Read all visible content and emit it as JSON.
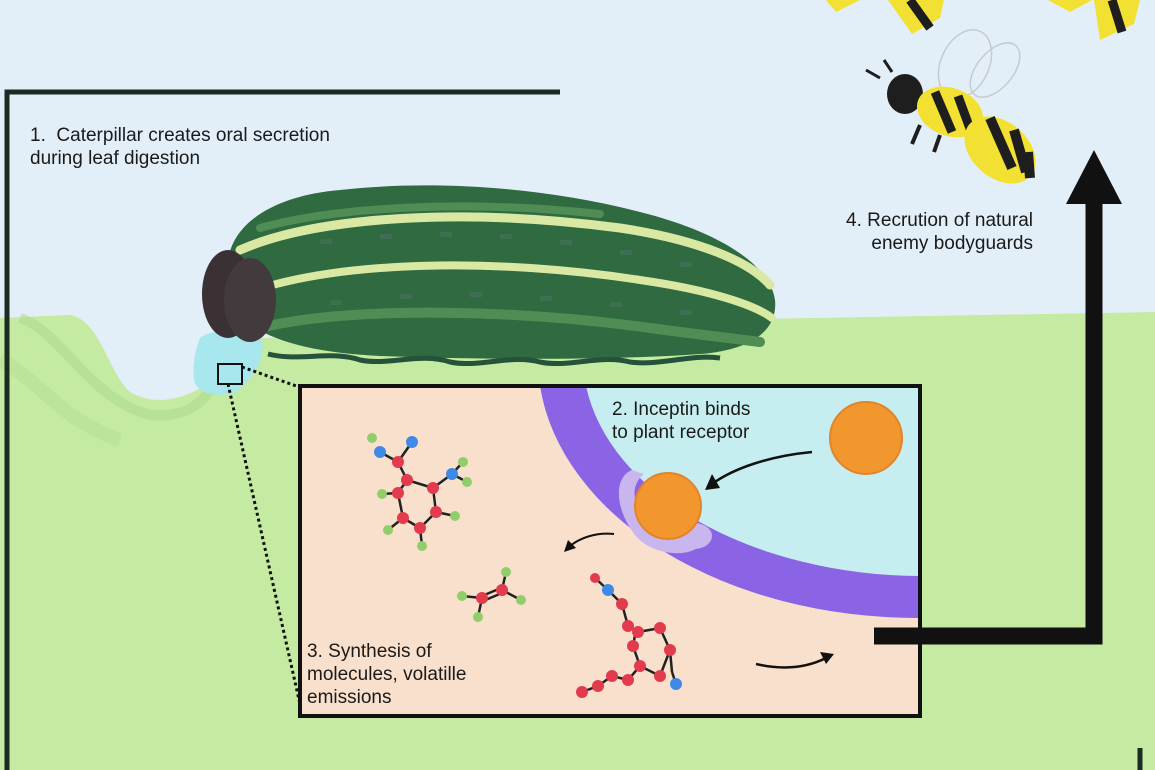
{
  "steps": [
    {
      "number": "1.",
      "line1": "Caterpillar creates oral secretion",
      "line2": "during leaf digestion"
    },
    {
      "number": "2.",
      "line1": "Inceptin binds",
      "line2": "to plant receptor"
    },
    {
      "number": "3.",
      "line1": "Synthesis of",
      "line2": "molecules, volatille",
      "line3": "emissions"
    },
    {
      "number": "4.",
      "line1": "Recrution of natural",
      "line2": "enemy bodyguards"
    }
  ],
  "colors": {
    "sky": "#e3eff8",
    "leaf": "#c5eaa1",
    "caterpillar_body": "#2f6a40",
    "caterpillar_stripe": "#d9e9a3",
    "caterpillar_head": "#3b3134",
    "secretion": "#a8e7ee",
    "cell_interior": "#f8e0cd",
    "extracellular": "#c6eef0",
    "membrane": "#8b64e6",
    "receptor": "#c9b6ef",
    "inceptin": "#f2962e",
    "atom_carbon": "#e23b4d",
    "atom_nitrogen": "#3f8ae6",
    "atom_hydrogen": "#8fce6a",
    "wasp_yellow": "#f2e133",
    "wasp_black": "#1e1e1e",
    "frame": "#1d2a22"
  },
  "icons": [
    "caterpillar-icon",
    "wasp-icon",
    "inceptin-peptide-icon",
    "plant-receptor-icon",
    "volatile-molecule-icon"
  ]
}
